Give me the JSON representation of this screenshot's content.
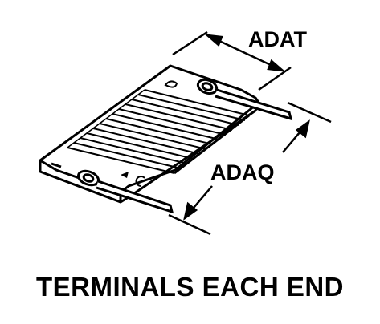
{
  "diagram": {
    "labels": {
      "adat": "ADAT",
      "adaq": "ADAQ"
    },
    "caption": "TERMINALS EACH END"
  }
}
